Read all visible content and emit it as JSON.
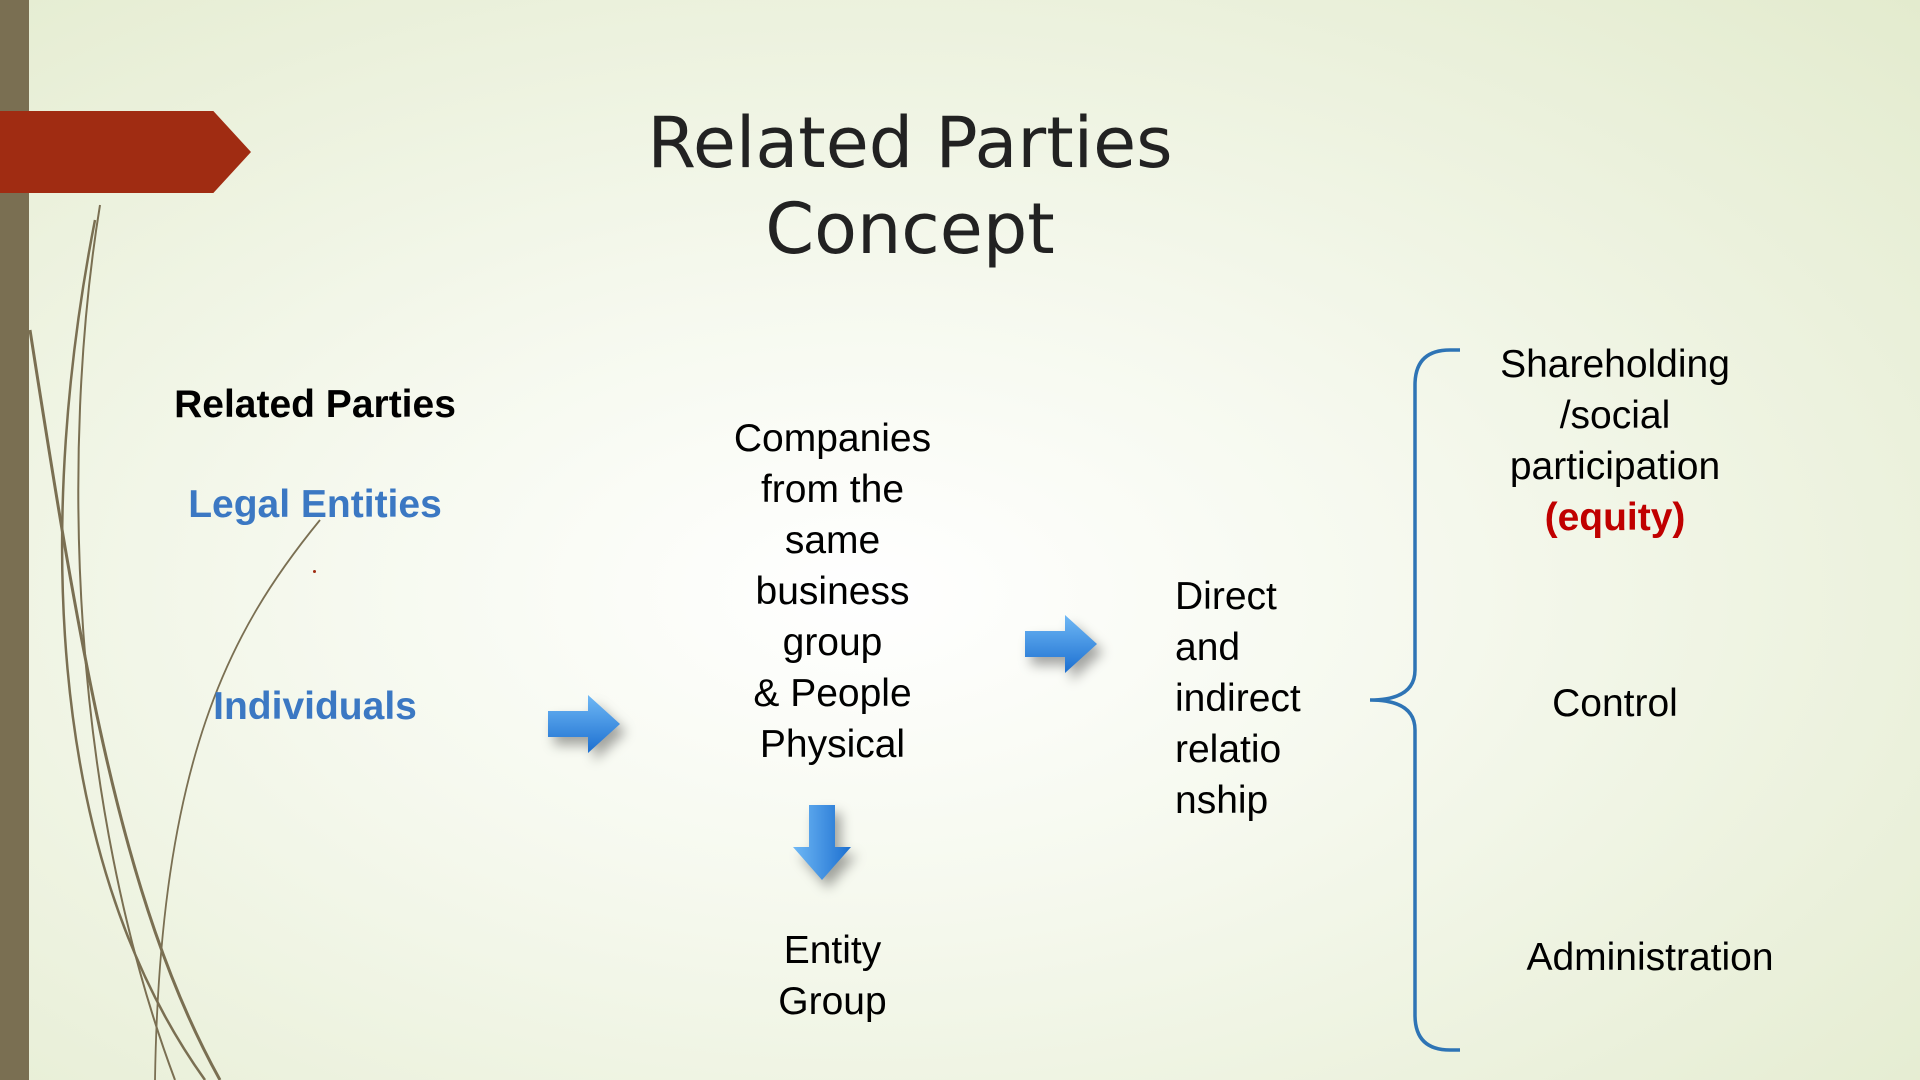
{
  "slide": {
    "title_line1": "Related Parties",
    "title_line2": "Concept"
  },
  "left_column": {
    "heading": "Related Parties",
    "legal_entities": "Legal Entities",
    "individuals": "Individuals"
  },
  "middle_column": {
    "companies_lines": [
      "Companies",
      "from the",
      "same",
      "business",
      "group",
      "& People",
      "Physical"
    ],
    "entity_lines": [
      "Entity",
      "Group"
    ]
  },
  "relationship": {
    "lines": [
      "Direct",
      "and",
      "indirect",
      "relatio",
      "nship"
    ]
  },
  "right_column": {
    "shareholding_lines": [
      "Shareholding",
      "/social",
      "participation"
    ],
    "equity": "(equity)",
    "control": "Control",
    "administration": "Administration"
  },
  "colors": {
    "accent_red": "#a02c12",
    "link_blue": "#3b78c3",
    "arrow_blue": "#2a8ae0",
    "bracket_blue": "#2e74b5",
    "equity_red": "#c00000",
    "sidebar_brown": "#7a6f52"
  },
  "icons": {
    "right_arrow": "arrow-right-icon",
    "down_arrow": "arrow-down-icon",
    "bracket": "curly-brace-icon"
  }
}
